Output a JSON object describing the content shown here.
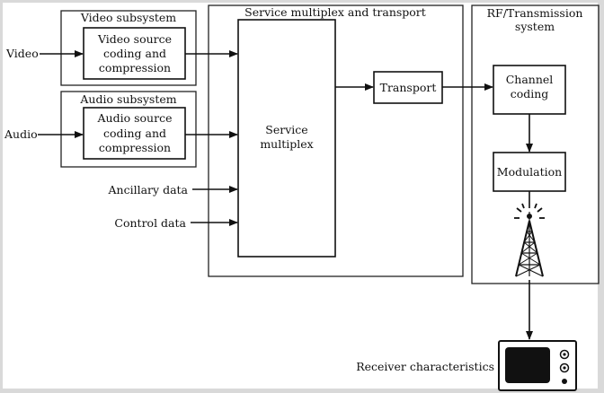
{
  "diagram": {
    "inputs": {
      "video": "Video",
      "audio": "Audio",
      "ancillary": "Ancillary data",
      "control": "Control data"
    },
    "groups": {
      "video_subsystem": "Video subsystem",
      "audio_subsystem": "Audio subsystem",
      "service_multiplex_transport": "Service multiplex and transport",
      "rf_transmission": [
        "RF/Transmission",
        "system"
      ]
    },
    "blocks": {
      "video_coding": [
        "Video source",
        "coding and",
        "compression"
      ],
      "audio_coding": [
        "Audio source",
        "coding and",
        "compression"
      ],
      "service_multiplex": [
        "Service",
        "multiplex"
      ],
      "transport": "Transport",
      "channel_coding": [
        "Channel",
        "coding"
      ],
      "modulation": "Modulation"
    },
    "receiver": "Receiver characteristics"
  }
}
